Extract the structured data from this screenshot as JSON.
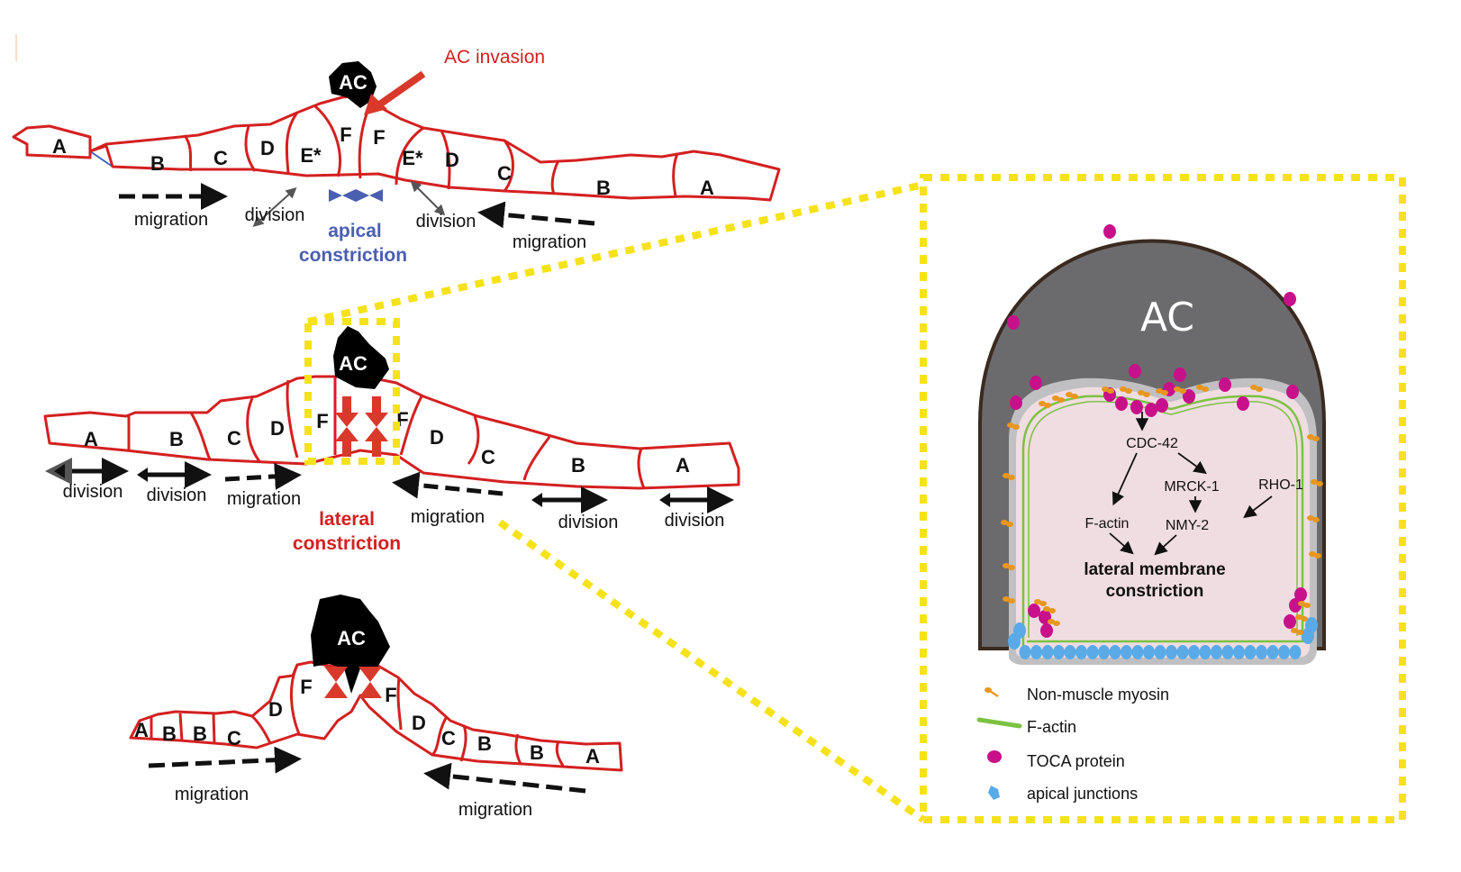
{
  "panels": {
    "top": {
      "title_annotation": "AC invasion",
      "ac_label": "AC",
      "cells_left": [
        "A",
        "B",
        "C",
        "D",
        "E*",
        "F"
      ],
      "cells_right": [
        "F",
        "E*",
        "D",
        "C",
        "B",
        "A"
      ],
      "annotations": {
        "migration_left": "migration",
        "division_left": "division",
        "apical_line1": "apical",
        "apical_line2": "constriction",
        "division_right": "division",
        "migration_right": "migration"
      }
    },
    "middle": {
      "ac_label": "AC",
      "cells_left": [
        "A",
        "B",
        "C",
        "D",
        "F"
      ],
      "cells_right": [
        "F",
        "D",
        "C",
        "B",
        "A"
      ],
      "annotations": {
        "division_1": "division",
        "division_2": "division",
        "migration_left": "migration",
        "lateral_line1": "lateral",
        "lateral_line2": "constriction",
        "migration_right": "migration",
        "division_3": "division",
        "division_4": "division"
      }
    },
    "bottom": {
      "ac_label": "AC",
      "cells_left": [
        "A",
        "B",
        "B",
        "C",
        "D",
        "F"
      ],
      "cells_right": [
        "F",
        "D",
        "C",
        "B",
        "B",
        "A"
      ],
      "annotations": {
        "migration_left": "migration",
        "migration_right": "migration"
      }
    }
  },
  "inset": {
    "ac_label": "AC",
    "pathway": {
      "cdc42": "CDC-42",
      "mrck1": "MRCK-1",
      "rho1": "RHO-1",
      "factin": "F-actin",
      "nmy2": "NMY-2",
      "outcome_line1": "lateral membrane",
      "outcome_line2": "constriction"
    },
    "legend": [
      {
        "label": "Non-muscle myosin",
        "icon": "myosin-icon",
        "color": "#e8961e"
      },
      {
        "label": "F-actin",
        "icon": "f-actin-icon",
        "color": "#7cc242"
      },
      {
        "label": "TOCA protein",
        "icon": "toca-protein-icon",
        "color": "#c8108a"
      },
      {
        "label": "apical junctions",
        "icon": "apical-junction-icon",
        "color": "#5aaae8"
      }
    ]
  },
  "colors": {
    "cell_border": "#d42020",
    "basement": "#3a5fc0",
    "highlight_box": "#f5e21a",
    "apical_annotation": "#4a5fb0",
    "lateral_annotation": "#d42020",
    "ac_inset": "#6b6b6d",
    "cytoplasm": "#f0dde2"
  }
}
